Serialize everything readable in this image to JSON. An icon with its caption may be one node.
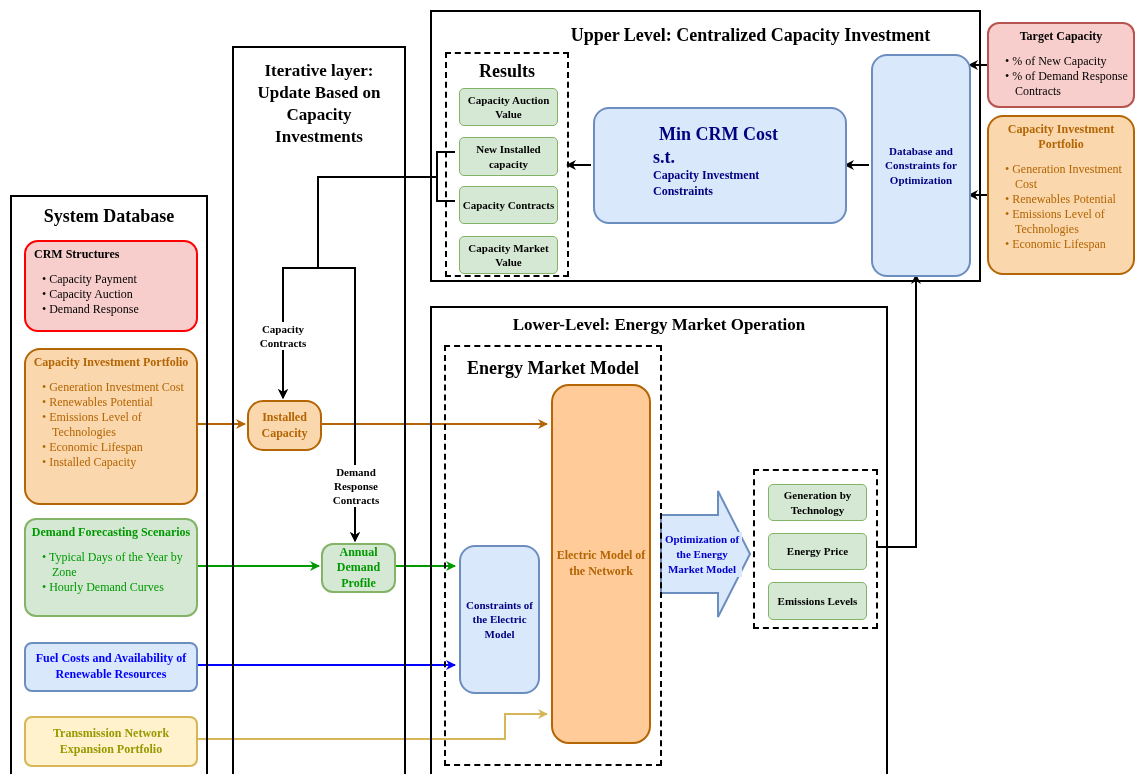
{
  "diagram": {
    "nodes": [
      {
        "text": [
          "System Database"
        ]
      },
      {
        "text": [
          "CRM Structures",
          "• Capacity Payment",
          "• Capacity Auction",
          "• Demand Response"
        ],
        "in": 0
      },
      {
        "text": [
          "Capacity Investment Portfolio",
          "• Generation Investment Cost",
          "• Renewables Potential",
          "• Emissions Level of Technologies",
          "• Economic Lifespan",
          "• Installed Capacity"
        ],
        "in": 0
      },
      {
        "text": [
          "Demand Forecasting Scenarios",
          "• Typical Days of the Year by Zone",
          "• Hourly Demand Curves"
        ],
        "in": 0
      },
      {
        "text": [
          "Fuel Costs and Availability of Renewable Resources"
        ],
        "in": 0
      },
      {
        "text": [
          "Transmission Network Expansion Portfolio"
        ],
        "in": 0
      },
      {
        "text": [
          "Iterative layer: Update Based on Capacity Investments"
        ]
      },
      {
        "text": [
          "Installed Capacity"
        ],
        "in": 6
      },
      {
        "text": [
          "Annual Demand Profile"
        ],
        "in": 6
      },
      {
        "text": [
          "Upper Level: Centralized Capacity Investment"
        ]
      },
      {
        "text": [
          "Results"
        ],
        "in": 9
      },
      {
        "text": [
          "Capacity Auction Value"
        ],
        "in": 10
      },
      {
        "text": [
          "New Installed capacity"
        ],
        "in": 10
      },
      {
        "text": [
          "Capacity Contracts"
        ],
        "in": 10
      },
      {
        "text": [
          "Capacity Market Value"
        ],
        "in": 10
      },
      {
        "text": [
          "Min CRM Cost",
          "s.t.",
          "Capacity Investment Constraints"
        ],
        "in": 9
      },
      {
        "text": [
          "Database and Constraints for Optimization"
        ],
        "in": 9
      },
      {
        "text": [
          "Target Capacity",
          "• % of New Capacity",
          "• % of Demand Response Contracts"
        ]
      },
      {
        "text": [
          "Capacity Investment Portfolio",
          "• Generation Investment Cost",
          "• Renewables Potential",
          "• Emissions Level of Technologies",
          "• Economic Lifespan"
        ]
      },
      {
        "text": [
          "Lower-Level: Energy Market Operation"
        ]
      },
      {
        "text": [
          "Energy Market Model"
        ],
        "in": 19
      },
      {
        "text": [
          "Constraints of the Electric Model"
        ],
        "in": 20
      },
      {
        "text": [
          "Electric Model of the Network"
        ],
        "in": 20
      },
      {
        "text": [],
        "shape": "box",
        "in": 19
      },
      {
        "text": [
          "Generation by Technology"
        ],
        "in": 23
      },
      {
        "text": [
          "Energy Price"
        ],
        "in": 23
      },
      {
        "text": [
          "Emissions Levels"
        ],
        "in": 23
      }
    ],
    "edges": [
      {
        "from": 2,
        "to": 7,
        "arrow": "to",
        "color": "#b46504"
      },
      {
        "from": 7,
        "to": 22,
        "arrow": "to",
        "color": "#b46504"
      },
      {
        "from": 3,
        "to": 8,
        "arrow": "to",
        "color": "#009900"
      },
      {
        "from": 8,
        "to": 21,
        "arrow": "to",
        "color": "#009900"
      },
      {
        "from": 4,
        "to": 21,
        "arrow": "to",
        "color": "#0000ff"
      },
      {
        "from": 5,
        "to": 22,
        "arrow": "to",
        "color": "#d6b656"
      },
      {
        "from": 16,
        "to": 15,
        "arrow": "to"
      },
      {
        "from": 15,
        "to": 10,
        "arrow": "to"
      },
      {
        "from": 17,
        "to": 16,
        "arrow": "to"
      },
      {
        "from": 18,
        "to": 16,
        "arrow": "to"
      },
      {
        "from": 23,
        "to": 16,
        "arrow": "to"
      },
      {
        "from": 12,
        "to": 7,
        "arrow": "to",
        "label": "Capacity Contracts"
      },
      {
        "from": 12,
        "to": 8,
        "arrow": "to"
      },
      {
        "from": 13,
        "to": 7,
        "arrow": "to"
      },
      {
        "from": 13,
        "to": 8,
        "arrow": "to",
        "label": "Demand Response Contracts"
      },
      {
        "from": 20,
        "to": 23,
        "arrow": "to",
        "label": "Optimization of the Energy Market Model",
        "style": "thick",
        "color": "#6c8ebf"
      }
    ]
  }
}
